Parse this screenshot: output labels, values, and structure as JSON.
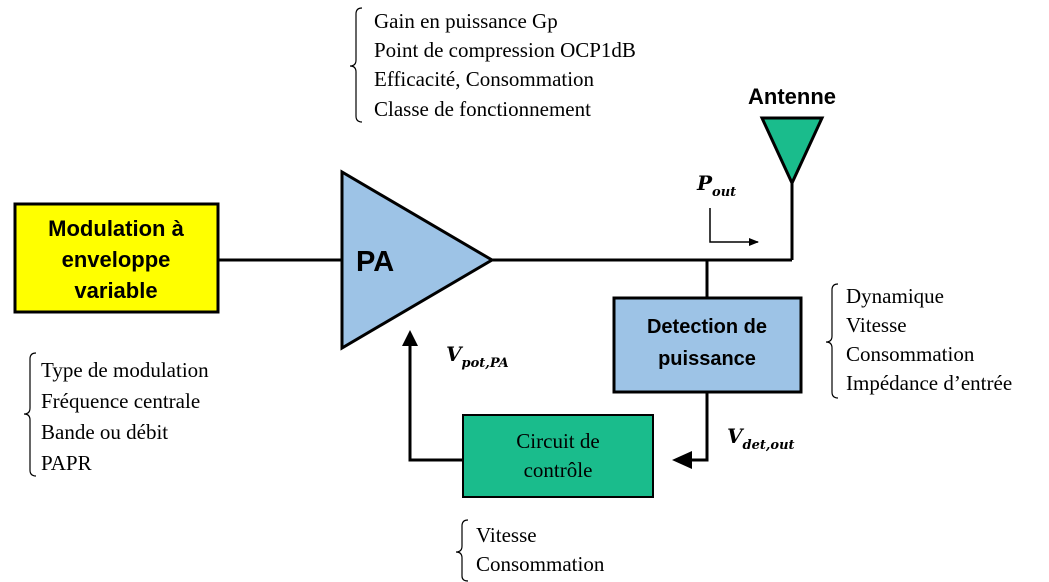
{
  "blocks": {
    "modulation": {
      "lines": [
        "Modulation à",
        "enveloppe",
        "variable"
      ],
      "color": "#ffff00"
    },
    "pa": {
      "label": "PA",
      "color": "#9dc3e6"
    },
    "detection": {
      "lines": [
        "Detection de",
        "puissance"
      ],
      "color": "#9dc3e6"
    },
    "control": {
      "lines": [
        "Circuit de",
        "contrôle"
      ],
      "color": "#1abc8c"
    }
  },
  "antenna": {
    "label": "Antenne",
    "color": "#1abc8c"
  },
  "signals": {
    "pout": {
      "main": "P",
      "sub": "out"
    },
    "vpot": {
      "main": "V",
      "sub": "pot,PA"
    },
    "vdet": {
      "main": "V",
      "sub": "det,out"
    }
  },
  "notes": {
    "pa_specs": [
      "Gain en puissance Gp",
      "Point de compression OCP1dB",
      "Efficacité, Consommation",
      "Classe de fonctionnement"
    ],
    "modulation_specs": [
      "Type de modulation",
      "Fréquence centrale",
      "Bande ou débit",
      "PAPR"
    ],
    "detection_specs": [
      "Dynamique",
      "Vitesse",
      "Consommation",
      "Impédance d’entrée"
    ],
    "control_specs": [
      "Vitesse",
      "Consommation"
    ]
  }
}
